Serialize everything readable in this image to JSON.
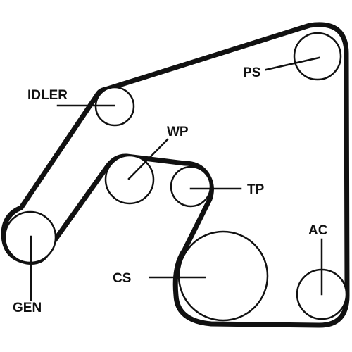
{
  "diagram": {
    "labels": {
      "ps": "PS",
      "idler": "IDLER",
      "wp": "WP",
      "tp": "TP",
      "ac": "AC",
      "cs": "CS",
      "gen": "GEN"
    },
    "colors": {
      "line": "#111111",
      "background": "#ffffff"
    }
  }
}
